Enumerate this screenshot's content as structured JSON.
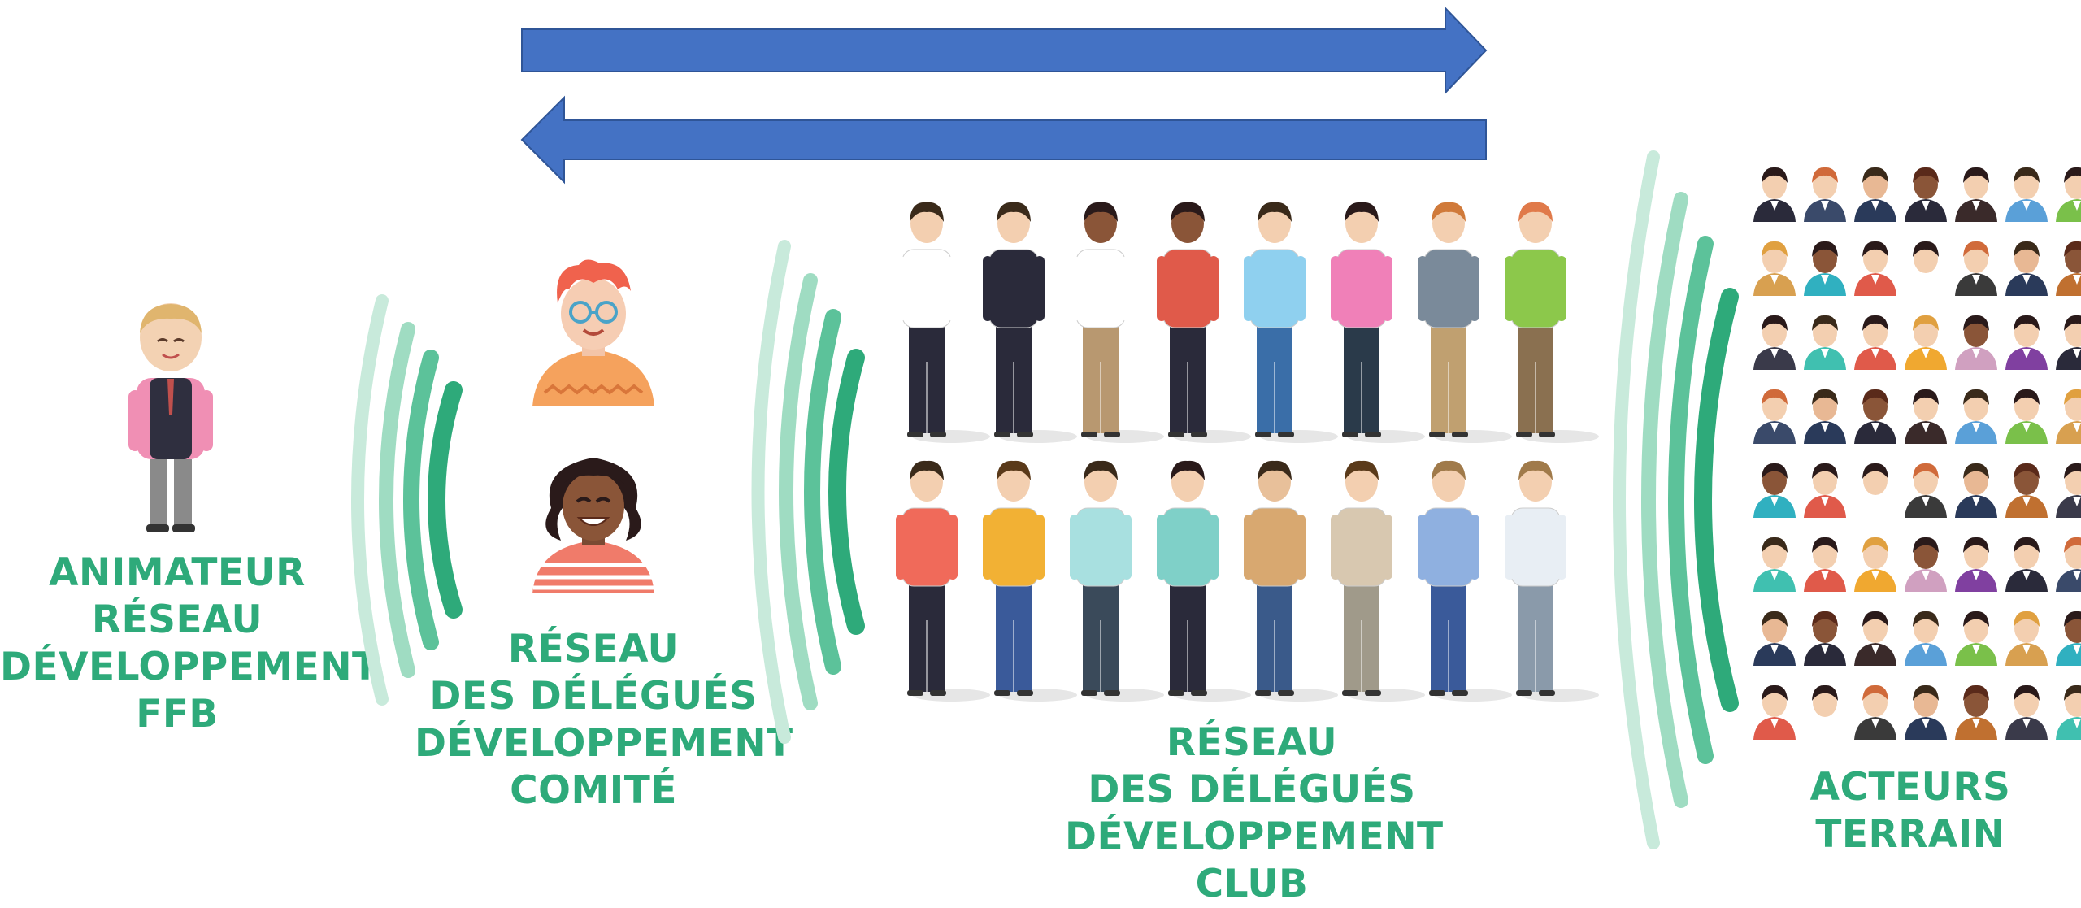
{
  "colors": {
    "arrow": "#4472c4",
    "label": "#2eaa7a",
    "wave_dark": "#2eaa7a",
    "wave_mid": "#7fcfae",
    "wave_light": "#c8eadb"
  },
  "arrows": [
    {
      "direction": "right"
    },
    {
      "direction": "left"
    }
  ],
  "nodes": [
    {
      "id": "animateur",
      "lines": [
        "ANIMATEUR",
        "RÉSEAU",
        "DÉVELOPPEMENT",
        "FFB"
      ],
      "icon": "single-person-icon"
    },
    {
      "id": "comite",
      "lines": [
        "RÉSEAU",
        "DES DÉLÉGUÉS",
        "DÉVELOPPEMENT",
        "COMITÉ"
      ],
      "icon": "two-avatars-icon"
    },
    {
      "id": "club",
      "lines": [
        "RÉSEAU",
        "DES DÉLÉGUÉS",
        "DÉVELOPPEMENT",
        "CLUB"
      ],
      "icon": "group-of-people-icon"
    },
    {
      "id": "terrain",
      "lines": [
        "ACTEURS",
        "TERRAIN"
      ],
      "icon": "crowd-grid-icon"
    }
  ]
}
